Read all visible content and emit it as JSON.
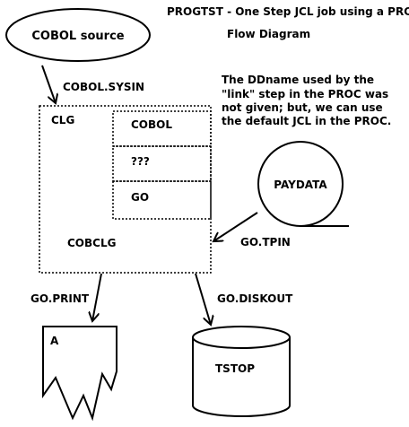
{
  "title": "PROGTST - One Step JCL job using a PROC",
  "subtitle": "Flow Diagram",
  "note": {
    "line1": "The DDname used by the",
    "line2": "\"link\" step in the PROC was",
    "line3": "not given; but, we can use",
    "line4": "the default JCL in the PROC."
  },
  "nodes": {
    "source": "COBOL source",
    "proc_name": "CLG",
    "step1": "COBOL",
    "step2": "???",
    "step3": "GO",
    "proc_label": "COBCLG",
    "tape": "PAYDATA",
    "print": "A",
    "disk": "TSTOP"
  },
  "edges": {
    "sysin": "COBOL.SYSIN",
    "tpin": "GO.TPIN",
    "print": "GO.PRINT",
    "diskout": "GO.DISKOUT"
  }
}
